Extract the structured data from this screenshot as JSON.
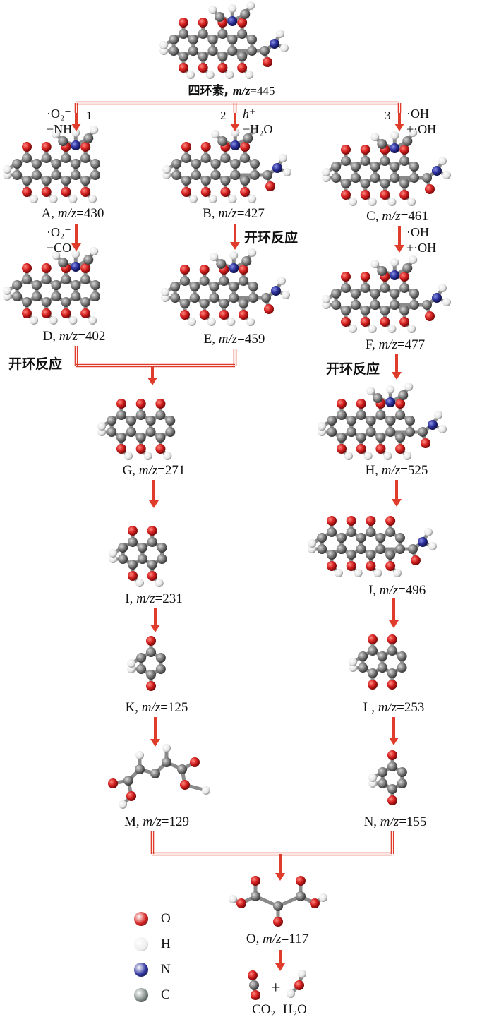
{
  "nodes": {
    "parent": {
      "name": "四环素",
      "sep": ", ",
      "mz_label": "m/z",
      "mz_value": "=445"
    },
    "A": {
      "name": "A",
      "sep": ", ",
      "mz_label": "m/z",
      "mz_value": "=430"
    },
    "B": {
      "name": "B",
      "sep": ", ",
      "mz_label": "m/z",
      "mz_value": "=427"
    },
    "C": {
      "name": "C",
      "sep": ", ",
      "mz_label": "m/z",
      "mz_value": "=461"
    },
    "D": {
      "name": "D",
      "sep": ", ",
      "mz_label": "m/z",
      "mz_value": "=402"
    },
    "E": {
      "name": "E",
      "sep": ", ",
      "mz_label": "m/z",
      "mz_value": "=459"
    },
    "F": {
      "name": "F",
      "sep": ", ",
      "mz_label": "m/z",
      "mz_value": "=477"
    },
    "G": {
      "name": "G",
      "sep": ", ",
      "mz_label": "m/z",
      "mz_value": "=271"
    },
    "H": {
      "name": "H",
      "sep": ", ",
      "mz_label": "m/z",
      "mz_value": "=525"
    },
    "I": {
      "name": "I",
      "sep": ", ",
      "mz_label": "m/z",
      "mz_value": "=231"
    },
    "J": {
      "name": "J",
      "sep": ", ",
      "mz_label": "m/z",
      "mz_value": "=496"
    },
    "K": {
      "name": "K",
      "sep": ", ",
      "mz_label": "m/z",
      "mz_value": "=125"
    },
    "L": {
      "name": "L",
      "sep": ", ",
      "mz_label": "m/z",
      "mz_value": "=253"
    },
    "M": {
      "name": "M",
      "sep": ", ",
      "mz_label": "m/z",
      "mz_value": "=129"
    },
    "N": {
      "name": "N",
      "sep": ", ",
      "mz_label": "m/z",
      "mz_value": "=155"
    },
    "O": {
      "name": "O",
      "sep": ", ",
      "mz_label": "m/z",
      "mz_value": "=117"
    }
  },
  "pathways": {
    "p1": {
      "number": "1",
      "line1": "·O₂⁻",
      "line2": "−NH"
    },
    "p2": {
      "number": "2",
      "line1": "h⁺",
      "line2": "−H₂O"
    },
    "p3": {
      "number": "3",
      "line1": "·OH",
      "line2": "+·OH"
    }
  },
  "conditions": {
    "a_to_d": {
      "line1": "·O₂⁻",
      "line2": "−CO"
    },
    "c_to_f": {
      "line1": "·OH",
      "line2": "+·OH"
    },
    "ring_open_b": "开环反应",
    "ring_open_de": "开环反应",
    "ring_open_f": "开环反应"
  },
  "legend": [
    {
      "label": "O",
      "color": "#d42020"
    },
    {
      "label": "H",
      "color": "#f2f2f2"
    },
    {
      "label": "N",
      "color": "#2a2f9a"
    },
    {
      "label": "C",
      "color": "#7e8a86"
    }
  ],
  "final_products": {
    "text": "CO₂+H₂O",
    "plus": "+"
  },
  "colors": {
    "arrow": "#e03c2c",
    "oxygen": "#d42020",
    "hydrogen": "#f2f2f2",
    "nitrogen": "#2a2f9a",
    "carbon": "#808080"
  }
}
